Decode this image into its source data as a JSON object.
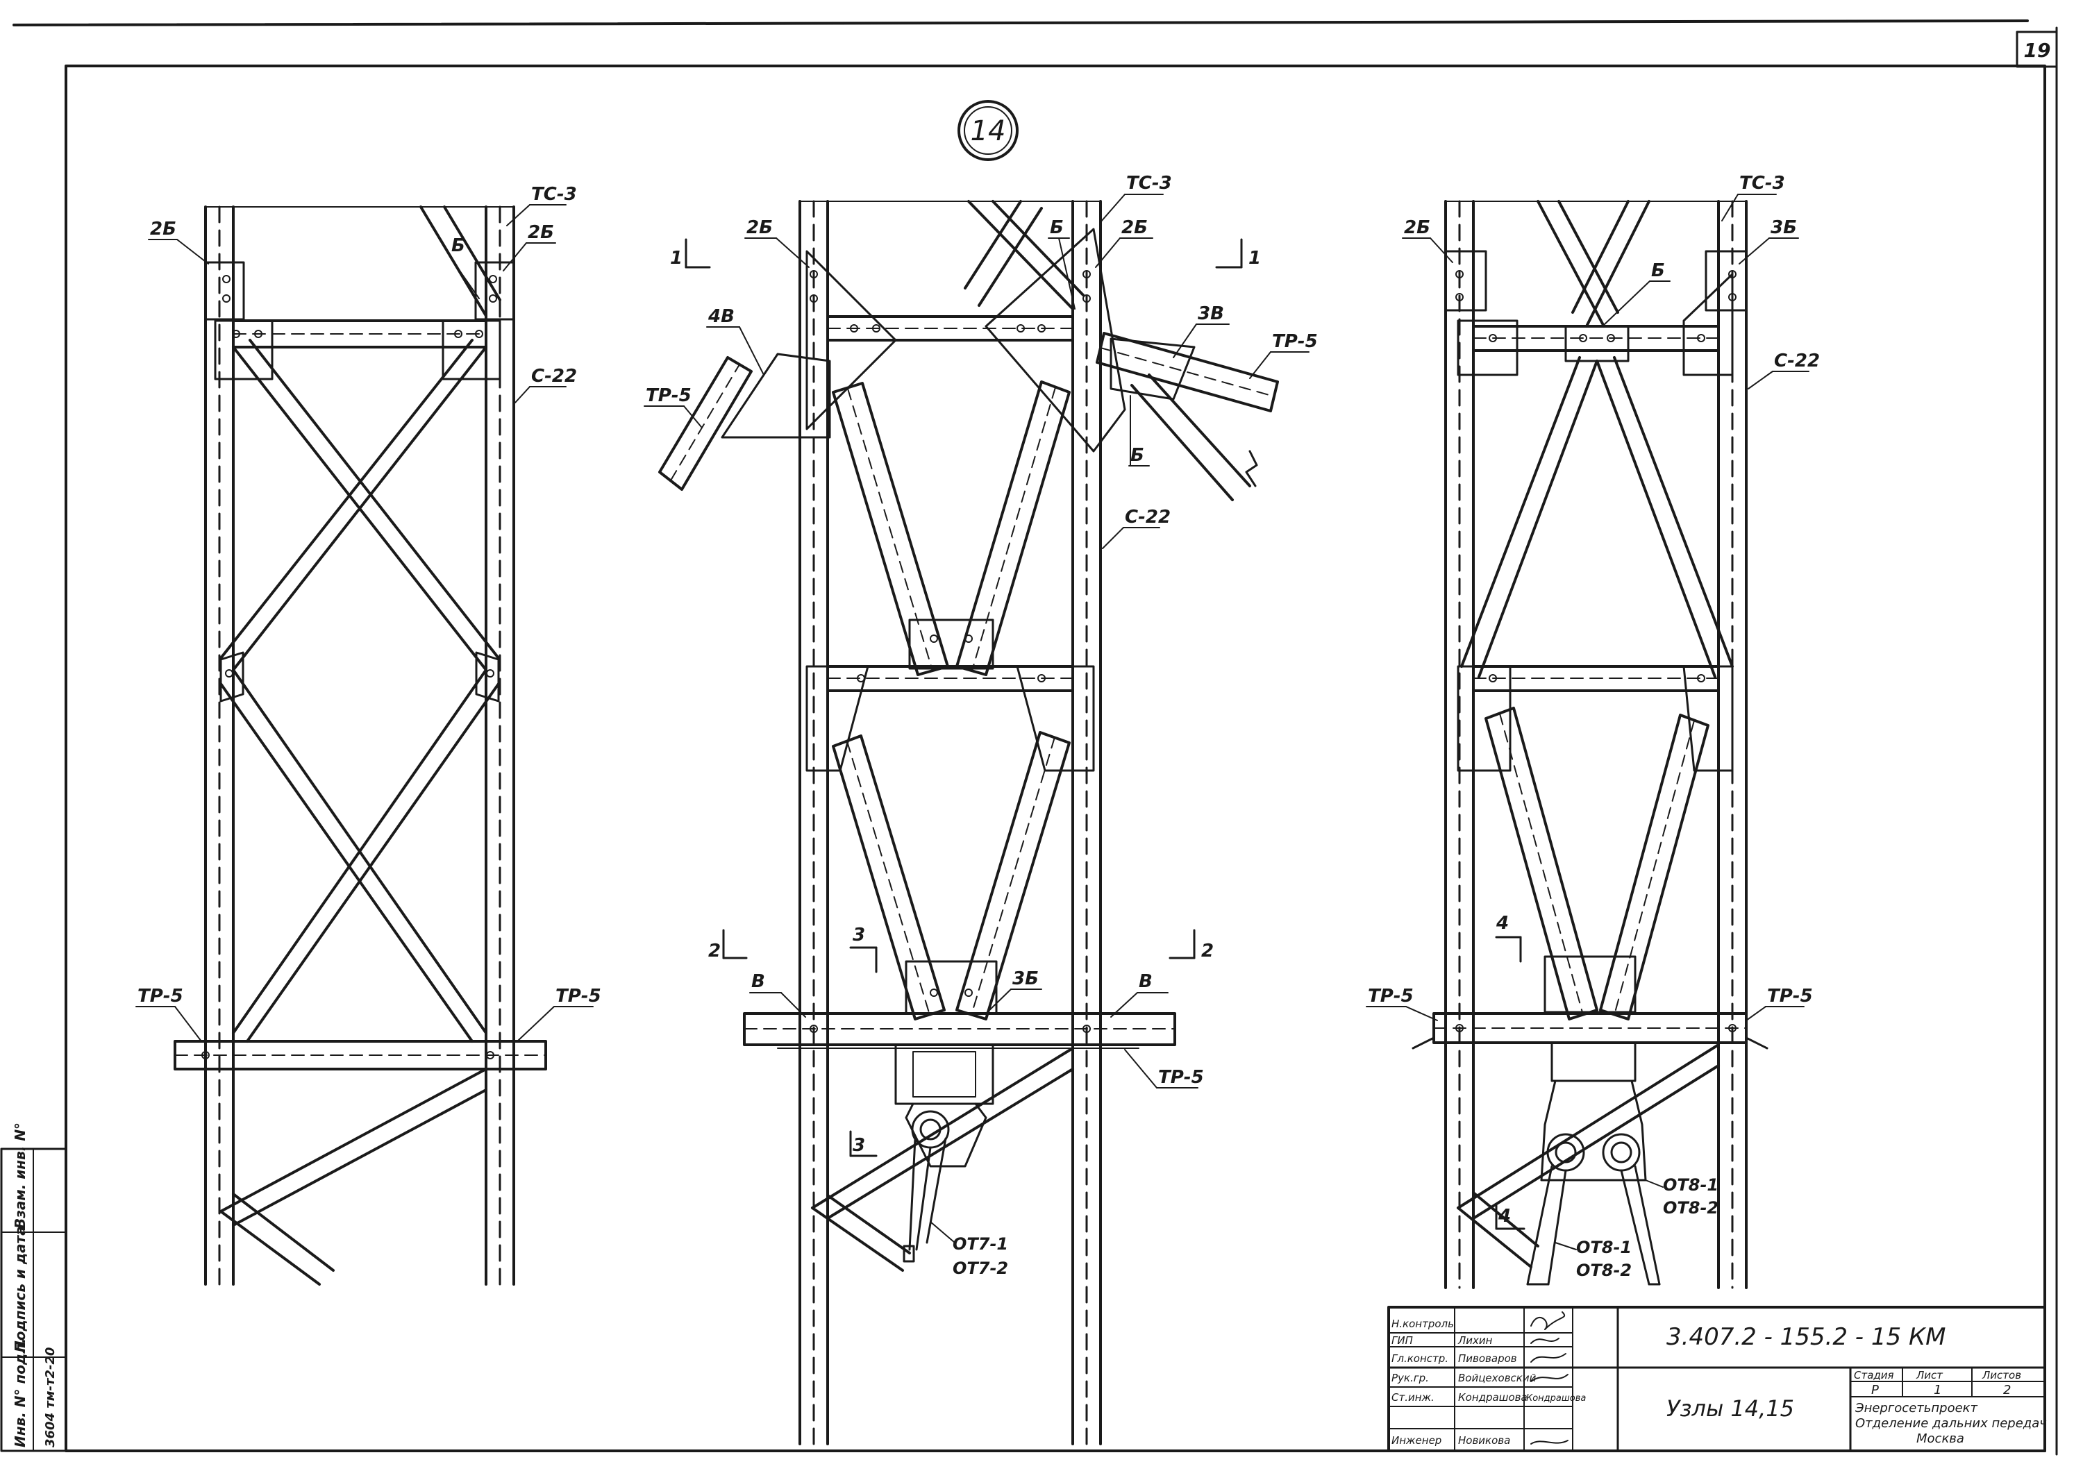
{
  "sheet": {
    "page_number": "19",
    "node_number": "14"
  },
  "stamp": {
    "inv_label": "Инв. N° подл.",
    "sign_label": "Подпись и дата",
    "replace_label": "Взам. инв. N°",
    "inv_value": "3604 тм-т2-20"
  },
  "labels": {
    "tc3": "ТС-3",
    "b2": "2Б",
    "b": "Б",
    "c22": "С-22",
    "tp5": "ТР-5",
    "b4": "4В",
    "b3": "3В",
    "b3b": "3Б",
    "v": "В",
    "sec1": "1",
    "sec2": "2",
    "sec3": "3",
    "sec4": "4",
    "ott1": "ОТ7-1",
    "ott2": "ОТ7-2",
    "ot81": "ОТ8-1",
    "ot82": "ОТ8-2"
  },
  "title_block": {
    "doc_code": "3.407.2 - 155.2 - 15 КМ",
    "sheet_name": "Узлы 14,15",
    "stage_header": "Стадия",
    "sheet_header": "Лист",
    "sheets_header": "Листов",
    "stage": "Р",
    "sheet": "1",
    "sheets": "2",
    "org_line1": "Энергосетьпроект",
    "org_line2": "Отделение дальних передач",
    "org_line3": "Москва",
    "rows": [
      {
        "role": "Н.контроль",
        "name": ""
      },
      {
        "role": "ГИП",
        "name": "Лихин"
      },
      {
        "role": "Гл.констр.",
        "name": "Пивоваров"
      },
      {
        "role": "Рук.гр.",
        "name": "Войцеховский"
      },
      {
        "role": "Ст.инж.",
        "name": "Кондрашова"
      },
      {
        "role": "Инженер",
        "name": "Новикова"
      }
    ],
    "sign_text": "Кондрашова"
  }
}
